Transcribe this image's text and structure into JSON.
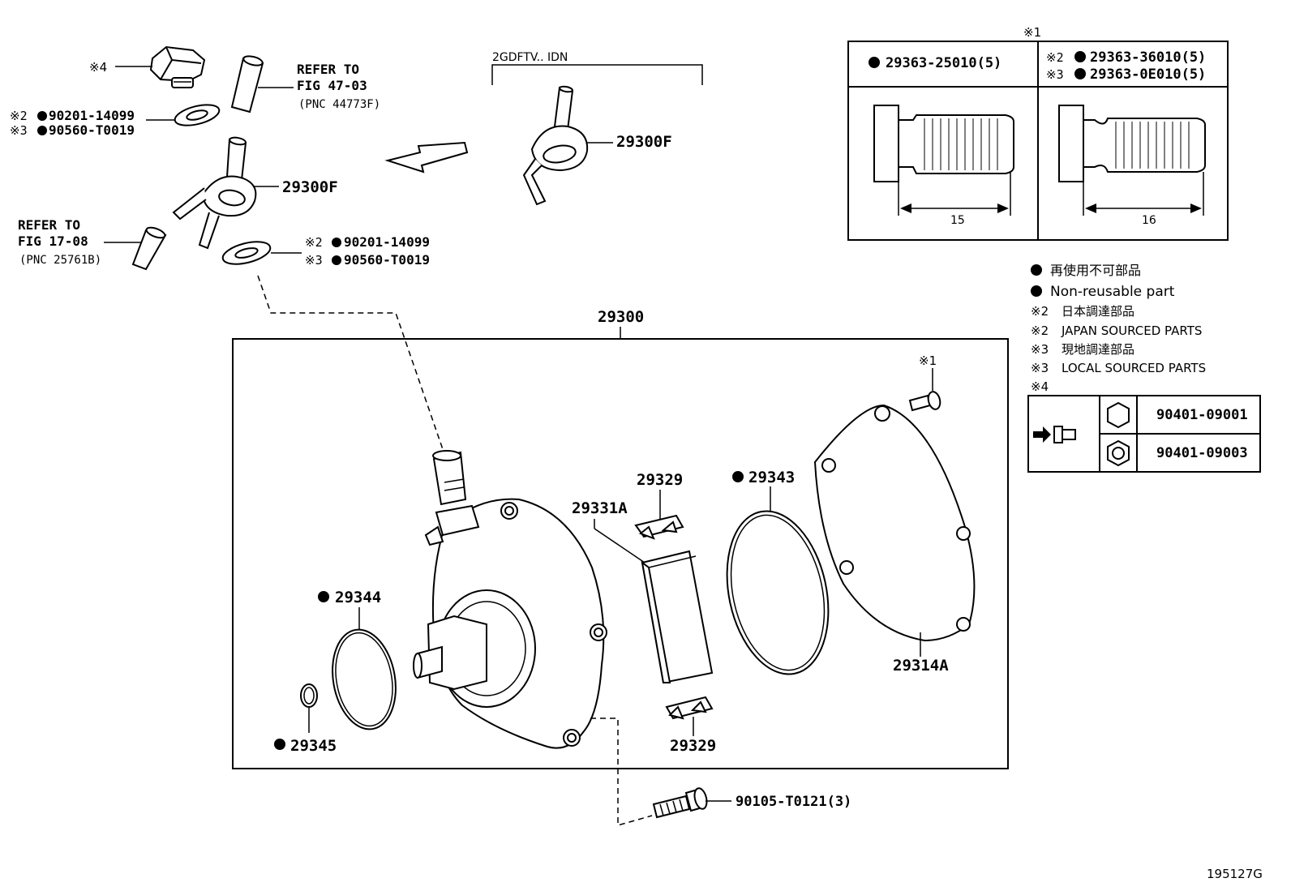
{
  "diagram": {
    "variant_label": "2GDFTV.. IDN",
    "assembly_label": "29300",
    "figure_code": "195127G",
    "mark_1": "※1",
    "mark_4": "※4",
    "refer_top": {
      "line1": "REFER TO",
      "line2": "FIG 47-03",
      "line3": "(PNC 44773F)"
    },
    "refer_left": {
      "line1": "REFER TO",
      "line2": "FIG 17-08",
      "line3": "(PNC 25761B)"
    },
    "washer_top": {
      "l1_mark": "※2",
      "l1_code": "90201-14099",
      "l2_mark": "※3",
      "l2_code": "90560-T0019"
    },
    "washer_bottom": {
      "l1_mark": "※2",
      "l1_code": "90201-14099",
      "l2_mark": "※3",
      "l2_code": "90560-T0019"
    },
    "union_main": "29300F",
    "union_variant": "29300F",
    "vane_top": "29329",
    "vane_bottom": "29329",
    "rotor": "29331A",
    "oring_large": "29343",
    "oring_mid": "29344",
    "oring_small": "29345",
    "cover": "29314A",
    "bolt": "90105-T0121(3)"
  },
  "bolt_table": {
    "title": "※1",
    "left_code": "29363-25010(5)",
    "right_l1_mark": "※2",
    "right_l1_code": "29363-36010(5)",
    "right_l2_mark": "※3",
    "right_l2_code": "29363-0E010(5)",
    "left_dim": "15",
    "right_dim": "16"
  },
  "legend": {
    "l1": "再使用不可部品",
    "l2": "Non-reusable part",
    "l3_mark": "※2",
    "l3": "日本調達部品",
    "l4_mark": "※2",
    "l4": "JAPAN SOURCED PARTS",
    "l5_mark": "※3",
    "l5": "現地調達部品",
    "l6_mark": "※3",
    "l6": "LOCAL SOURCED PARTS",
    "l7_mark": "※4"
  },
  "plug_table": {
    "row1_code": "90401-09001",
    "row2_code": "90401-09003"
  }
}
